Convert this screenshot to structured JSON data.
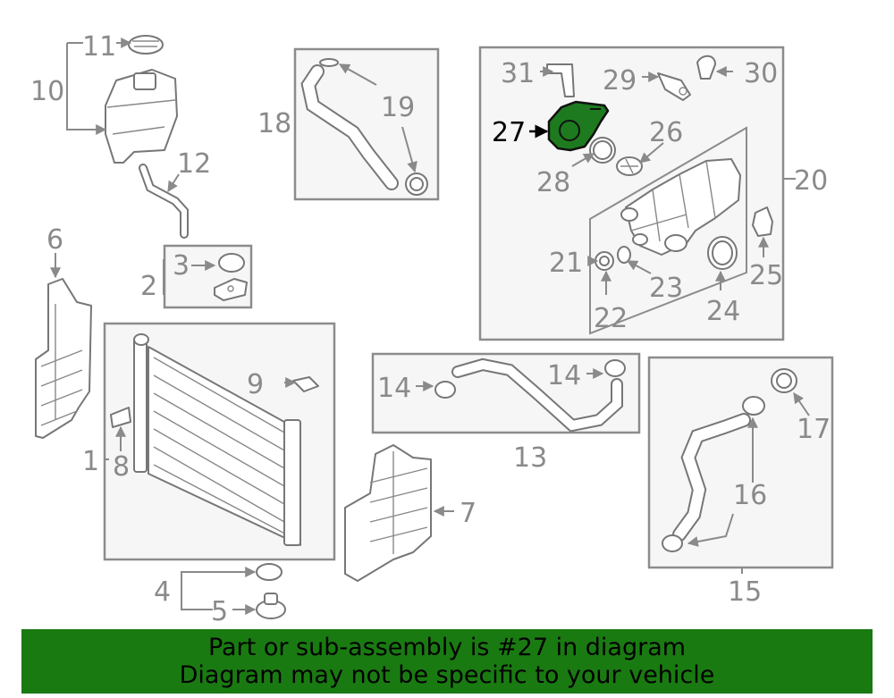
{
  "highlighted_part": "27",
  "callouts": {
    "c1": "1",
    "c2": "2",
    "c3": "3",
    "c4": "4",
    "c5": "5",
    "c6": "6",
    "c7": "7",
    "c8": "8",
    "c9": "9",
    "c10": "10",
    "c11": "11",
    "c12": "12",
    "c13": "13",
    "c14a": "14",
    "c14b": "14",
    "c15": "15",
    "c16": "16",
    "c17": "17",
    "c18": "18",
    "c19": "19",
    "c20": "20",
    "c21": "21",
    "c22": "22",
    "c23": "23",
    "c24": "24",
    "c25": "25",
    "c26": "26",
    "c27": "27",
    "c28": "28",
    "c29": "29",
    "c30": "30",
    "c31": "31"
  },
  "banner": {
    "line1": "Part or sub-assembly is #27 in diagram",
    "line2": "Diagram may not be specific to your vehicle"
  },
  "colors": {
    "highlight_fill": "#1e7a1e",
    "banner_background": "#1a7a12",
    "line_gray": "#8a8a8a"
  }
}
